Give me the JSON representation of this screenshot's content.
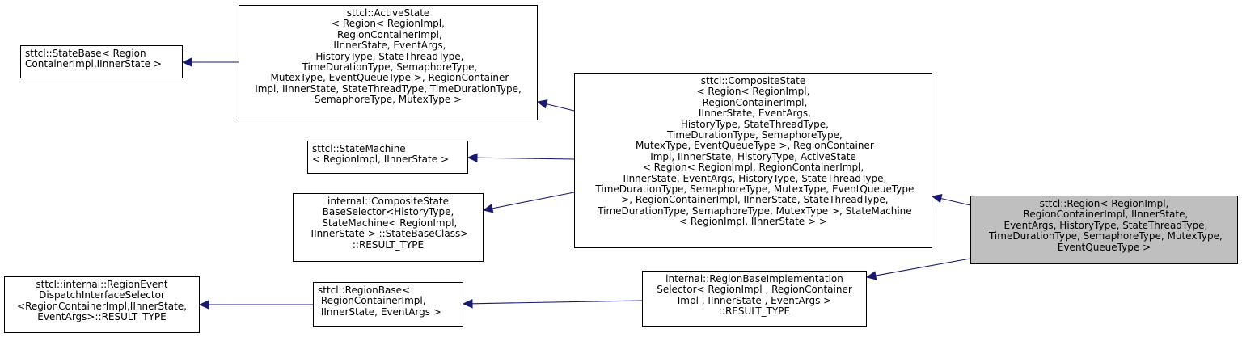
{
  "nodes": {
    "region": {
      "lines": [
        "sttcl::Region< RegionImpl,",
        " RegionContainerImpl, IInnerState,",
        " EventArgs, HistoryType, StateThreadType,",
        " TimeDurationType, SemaphoreType, MutexType,",
        "EventQueueType >"
      ],
      "highlighted": true
    },
    "composite_state": {
      "lines": [
        "sttcl::CompositeState",
        "< Region< RegionImpl,",
        " RegionContainerImpl,",
        " IInnerState, EventArgs,",
        " HistoryType, StateThreadType,",
        " TimeDurationType, SemaphoreType,",
        " MutexType, EventQueueType >, RegionContainer",
        "Impl, IInnerState, HistoryType, ActiveState",
        "< Region< RegionImpl, RegionContainerImpl,",
        " IInnerState, EventArgs, HistoryType, StateThreadType,",
        " TimeDurationType, SemaphoreType, MutexType, EventQueueType",
        " >, RegionContainerImpl, IInnerState, StateThreadType,",
        " TimeDurationType, SemaphoreType, MutexType >, StateMachine",
        "< RegionImpl, IInnerState > >"
      ]
    },
    "active_state": {
      "lines": [
        "sttcl::ActiveState",
        "< Region< RegionImpl,",
        " RegionContainerImpl,",
        " IInnerState, EventArgs,",
        " HistoryType, StateThreadType,",
        " TimeDurationType, SemaphoreType,",
        " MutexType, EventQueueType >, RegionContainer",
        "Impl, IInnerState, StateThreadType, TimeDurationType,",
        "SemaphoreType, MutexType >"
      ]
    },
    "state_base": {
      "lines": [
        "sttcl::StateBase< Region",
        "ContainerImpl,IInnerState >"
      ]
    },
    "state_machine": {
      "lines": [
        "sttcl::StateMachine",
        "< RegionImpl, IInnerState >"
      ]
    },
    "composite_selector": {
      "lines": [
        "internal::CompositeState",
        "BaseSelector<HistoryType,",
        " StateMachine< RegionImpl,",
        " IInnerState > ::StateBaseClass>",
        "::RESULT_TYPE"
      ]
    },
    "region_base_impl_selector": {
      "lines": [
        "internal::RegionBaseImplementation",
        "Selector< RegionImpl , RegionContainer",
        "Impl , IInnerState , EventArgs >",
        "::RESULT_TYPE"
      ]
    },
    "region_base": {
      "lines": [
        "sttcl::RegionBase<",
        " RegionContainerImpl,",
        " IInnerState, EventArgs >"
      ]
    },
    "region_event_dispatch": {
      "lines": [
        "sttcl::internal::RegionEvent",
        "DispatchInterfaceSelector",
        "<RegionContainerImpl,IInnerState,",
        "EventArgs>::RESULT_TYPE"
      ]
    }
  },
  "colors": {
    "edge": "#191970",
    "highlight_fill": "#bfbfbf",
    "border": "#000000"
  }
}
